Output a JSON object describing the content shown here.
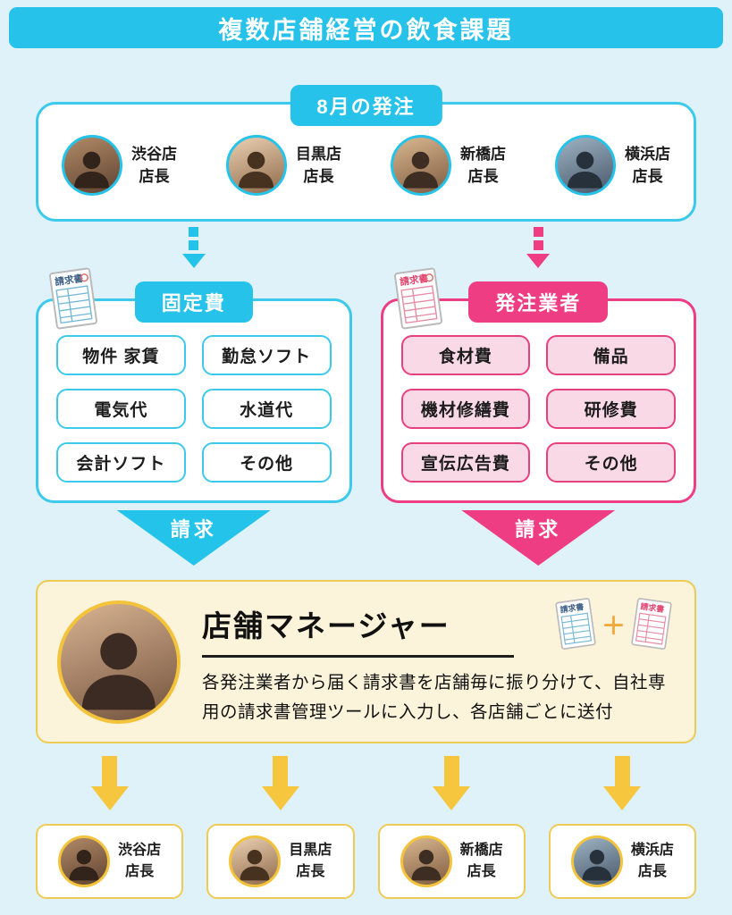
{
  "header": {
    "title": "複数店舗経営の飲食課題"
  },
  "order_section": {
    "badge": "8月の発注",
    "managers": [
      {
        "store": "渋谷店",
        "role": "店長"
      },
      {
        "store": "目黒店",
        "role": "店長"
      },
      {
        "store": "新橋店",
        "role": "店長"
      },
      {
        "store": "横浜店",
        "role": "店長"
      }
    ]
  },
  "fixed_costs": {
    "badge": "固定費",
    "items": [
      "物件 家賃",
      "勤怠ソフト",
      "電気代",
      "水道代",
      "会計ソフト",
      "その他"
    ]
  },
  "vendors": {
    "badge": "発注業者",
    "items": [
      "食材費",
      "備品",
      "機材修繕費",
      "研修費",
      "宣伝広告費",
      "その他"
    ]
  },
  "billing": {
    "left_label": "請求",
    "right_label": "請求"
  },
  "manager_section": {
    "title": "店舗マネージャー",
    "plus": "＋",
    "description": "各発注業者から届く請求書を店舗毎に振り分けて、自社専用の請求書管理ツールに入力し、各店舗ごとに送付"
  },
  "bottom_managers": [
    {
      "store": "渋谷店",
      "role": "店長"
    },
    {
      "store": "目黒店",
      "role": "店長"
    },
    {
      "store": "新橋店",
      "role": "店長"
    },
    {
      "store": "横浜店",
      "role": "店長"
    }
  ],
  "icons": {
    "invoice_label": "請求書"
  },
  "colors": {
    "cyan": "#27c2e9",
    "pink": "#ee3d83",
    "yellow": "#f3c33c",
    "cream": "#fbf3da",
    "background": "#dff2fa"
  }
}
